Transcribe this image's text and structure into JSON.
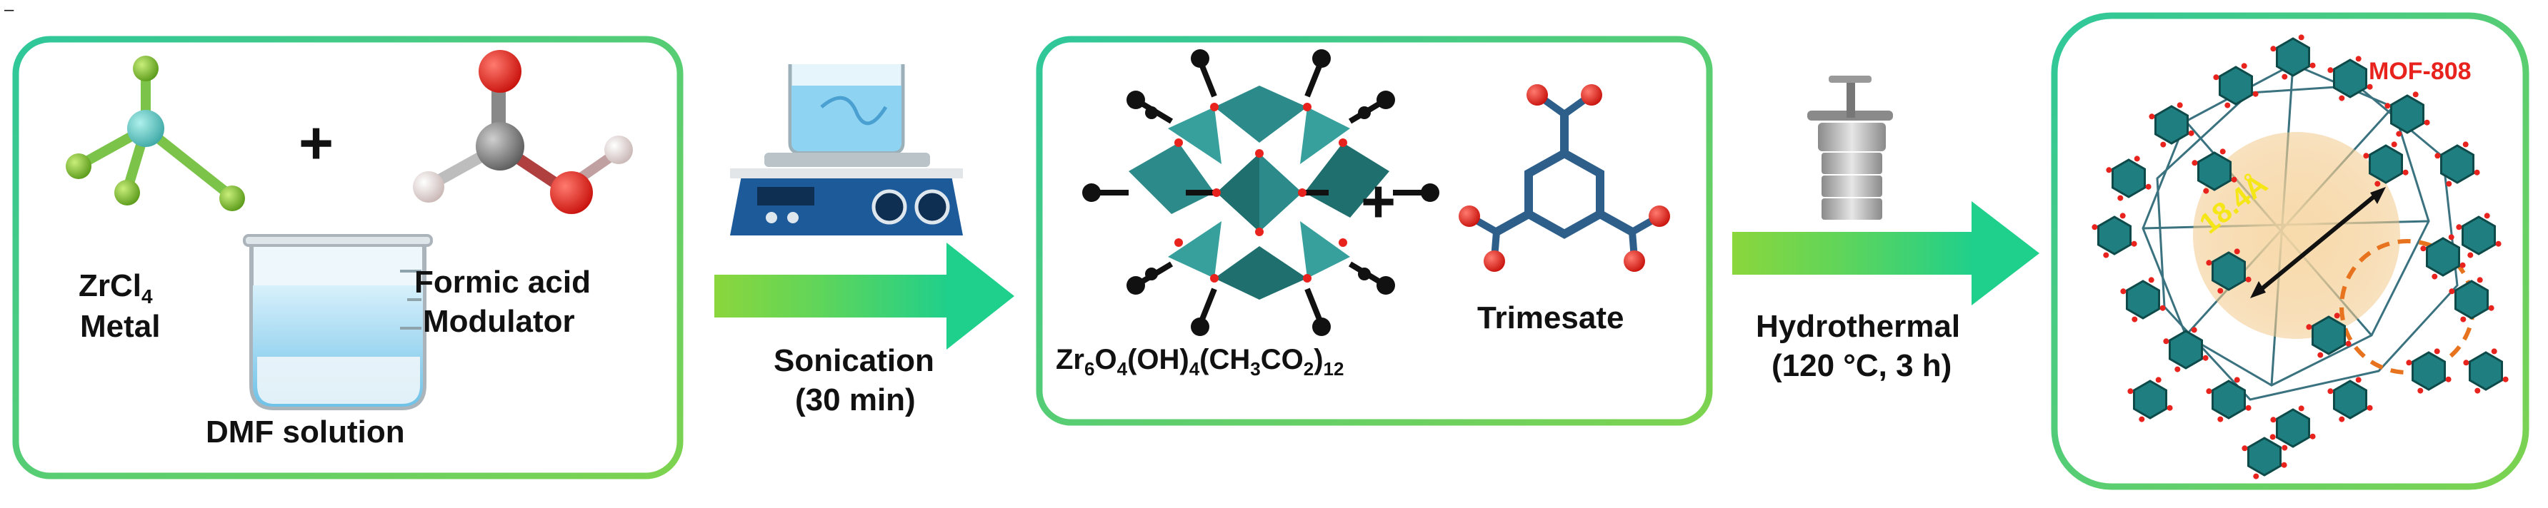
{
  "corner_mark": "–",
  "panel1": {
    "zrcl4_label": "ZrCl",
    "zrcl4_sub": "4",
    "metal_label": "Metal",
    "plus": "+",
    "formic_line1": "Formic acid",
    "formic_line2": "Modulator",
    "dmf_label": "DMF solution"
  },
  "step1": {
    "line1": "Sonication",
    "line2": "(30 min)"
  },
  "panel2": {
    "plus": "+",
    "formula_parts": [
      "Zr",
      "6",
      "O",
      "4",
      "(OH)",
      "4",
      "(CH",
      "3",
      "CO",
      "2",
      ")",
      "12"
    ],
    "trimesate_label": "Trimesate"
  },
  "step2": {
    "line1": "Hydrothermal",
    "line2": "(120 °C, 3 h)"
  },
  "panel3": {
    "title": "MOF-808",
    "scale_label": "18.4Å"
  },
  "colors": {
    "panel_border": "#2fc79a",
    "arrow_start": "#8bd63c",
    "arrow_end": "#1fcf8c",
    "zr_cluster": "#1f7f80",
    "oxygen": "#e8231e",
    "carbon": "#111111",
    "title_red": "#e8231e"
  }
}
